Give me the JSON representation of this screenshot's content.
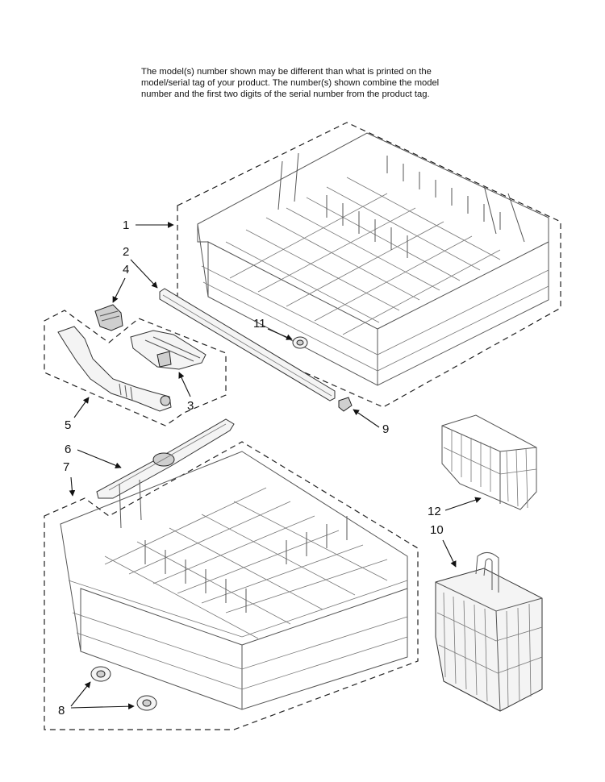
{
  "note": {
    "line1": "The model(s) number shown may be different than what is printed on the",
    "line2": "model/serial tag of your product. The number(s) shown combine the model",
    "line3": "number and the first two digits of the serial number from the product tag."
  },
  "callouts": {
    "c1": "1",
    "c2": "2",
    "c3": "3",
    "c4": "4",
    "c5": "5",
    "c6": "6",
    "c7": "7",
    "c8": "8",
    "c9": "9",
    "c10": "10",
    "c11": "11",
    "c12": "12"
  },
  "colors": {
    "ink": "#111111",
    "line": "#555555",
    "paper": "#ffffff"
  }
}
